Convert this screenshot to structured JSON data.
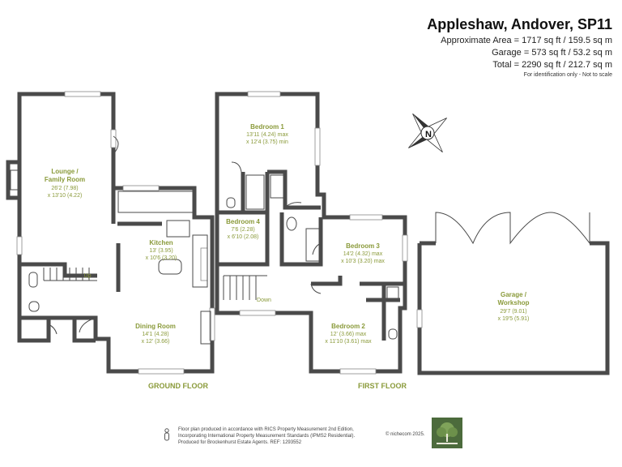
{
  "header": {
    "title": "Appleshaw, Andover, SP11",
    "approx_area": "Approximate Area = 1717 sq ft / 159.5 sq m",
    "garage_area": "Garage = 573 sq ft / 53.2 sq m",
    "total_area": "Total = 2290 sq ft / 212.7 sq m",
    "note": "For identification only - Not to scale"
  },
  "rooms": {
    "lounge": {
      "name1": "Lounge /",
      "name2": "Family Room",
      "dim1": "26'2 (7.98)",
      "dim2": "x 13'10 (4.22)"
    },
    "kitchen": {
      "name": "Kitchen",
      "dim1": "13' (3.95)",
      "dim2": "x 10'6 (3.20)"
    },
    "dining": {
      "name": "Dining Room",
      "dim1": "14'1 (4.28)",
      "dim2": "x 12' (3.66)"
    },
    "bedroom1": {
      "name": "Bedroom 1",
      "dim1": "13'11 (4.24) max",
      "dim2": "x 12'4 (3.75) min"
    },
    "bedroom4": {
      "name": "Bedroom 4",
      "dim1": "7'6 (2.28)",
      "dim2": "x 6'10 (2.08)"
    },
    "bedroom3": {
      "name": "Bedroom 3",
      "dim1": "14'2 (4.32) max",
      "dim2": "x 10'3 (3.20) max"
    },
    "bedroom2": {
      "name": "Bedroom 2",
      "dim1": "12' (3.66) max",
      "dim2": "x 11'10 (3.61) max"
    },
    "garage": {
      "name1": "Garage /",
      "name2": "Workshop",
      "dim1": "29'7 (9.01)",
      "dim2": "x 19'5 (5.91)"
    },
    "stairs_up": "Up",
    "stairs_down": "Down"
  },
  "floors": {
    "ground": "GROUND FLOOR",
    "first": "FIRST FLOOR"
  },
  "compass": {
    "label": "N"
  },
  "footer": {
    "line1": "Floor plan produced in accordance with RICS Property Measurement 2nd Edition,",
    "line2": "Incorporating International Property Measurement Standards (IPMS2 Residential).",
    "line3": "Produced for Brockenhurst Estate Agents.   REF: 1293552",
    "copyright": "© nichecom 2025."
  },
  "colors": {
    "label": "#8a9a3a",
    "wall": "#4a4a4a",
    "logo": "#4c6b3c"
  }
}
